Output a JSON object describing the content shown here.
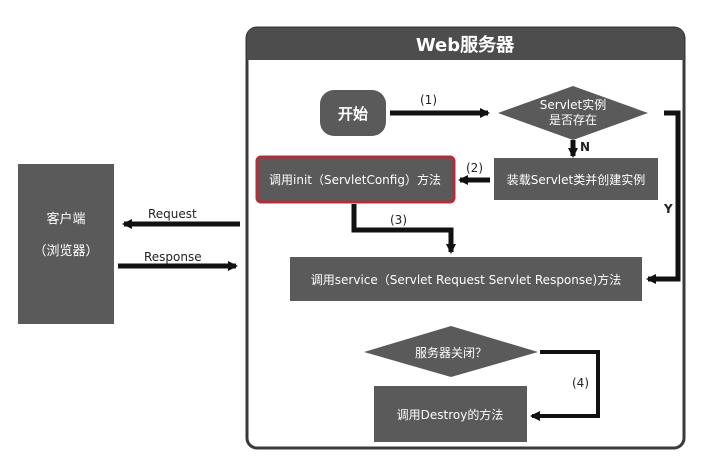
{
  "colors": {
    "node": "#5a5a5a",
    "panel_header": "#4d4d4d",
    "panel_border": "#3a3a3a",
    "highlight": "#b0303a",
    "edge": "#111111",
    "text_light": "#ffffff",
    "text_dark": "#222222"
  },
  "panel": {
    "title": "Web服务器"
  },
  "client": {
    "line1": "客户端",
    "line2": "（浏览器）"
  },
  "nodes": {
    "start": "开始",
    "exists_line1": "Servlet实例",
    "exists_line2": "是否存在",
    "load": "装载Servlet类并创建实例",
    "init": "调用init（ServletConfig）方法",
    "service": "调用service（Servlet Request Servlet Response)方法",
    "shutdown": "服务器关闭？",
    "destroy": "调用Destroy的方法"
  },
  "edge_labels": {
    "step1": "(1)",
    "step2": "(2)",
    "step3": "(3)",
    "step4": "(4)",
    "no": "N",
    "yes": "Y",
    "request": "Request",
    "response": "Response"
  }
}
